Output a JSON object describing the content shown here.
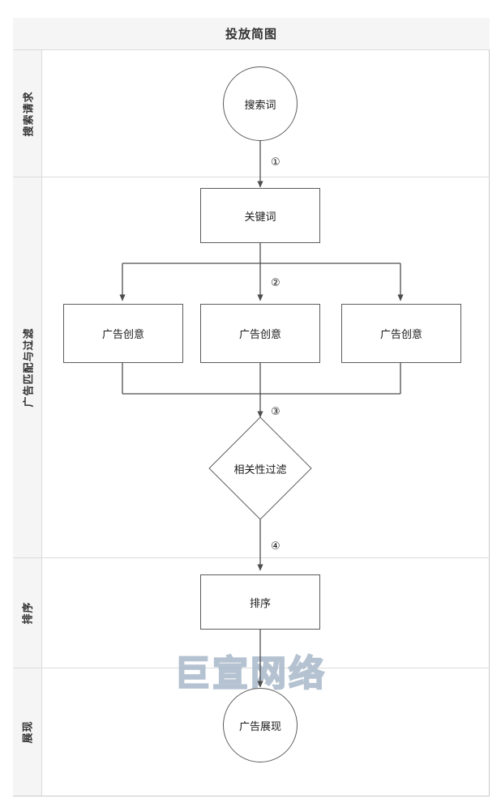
{
  "header": {
    "title": "投放简图"
  },
  "lanes": [
    {
      "id": "search-request",
      "label": "搜索请求"
    },
    {
      "id": "match-filter",
      "label": "广告匹配与过滤"
    },
    {
      "id": "ranking",
      "label": "排序"
    },
    {
      "id": "display",
      "label": "展现"
    }
  ],
  "nodes": {
    "search_term": {
      "label": "搜索词",
      "shape": "circle"
    },
    "keyword": {
      "label": "关键词",
      "shape": "rect"
    },
    "creative_left": {
      "label": "广告创意",
      "shape": "rect"
    },
    "creative_mid": {
      "label": "广告创意",
      "shape": "rect"
    },
    "creative_right": {
      "label": "广告创意",
      "shape": "rect"
    },
    "relevance": {
      "label": "相关性过滤",
      "shape": "diamond"
    },
    "ranking": {
      "label": "排序",
      "shape": "rect"
    },
    "ad_display": {
      "label": "广告展现",
      "shape": "circle"
    }
  },
  "edge_labels": {
    "e1": "①",
    "e2": "②",
    "e3": "③",
    "e4": "④"
  },
  "watermark": {
    "text": "巨宣网络"
  },
  "colors": {
    "frame_border": "#c9c9c9",
    "lane_header_bg": "#f5f5f5",
    "title_bg": "#f5f5f5",
    "node_border": "#5c5c5c",
    "connector": "#4d4d4d",
    "watermark": "#a9b8c9",
    "text": "#1a1a1a"
  },
  "chart_data": {
    "type": "flowchart",
    "title": "投放简图",
    "swimlanes": [
      "搜索请求",
      "广告匹配与过滤",
      "排序",
      "展现"
    ],
    "nodes": [
      {
        "id": "search_term",
        "label": "搜索词",
        "shape": "circle",
        "lane": "搜索请求"
      },
      {
        "id": "keyword",
        "label": "关键词",
        "shape": "rect",
        "lane": "广告匹配与过滤"
      },
      {
        "id": "creative_left",
        "label": "广告创意",
        "shape": "rect",
        "lane": "广告匹配与过滤"
      },
      {
        "id": "creative_mid",
        "label": "广告创意",
        "shape": "rect",
        "lane": "广告匹配与过滤"
      },
      {
        "id": "creative_right",
        "label": "广告创意",
        "shape": "rect",
        "lane": "广告匹配与过滤"
      },
      {
        "id": "relevance",
        "label": "相关性过滤",
        "shape": "diamond",
        "lane": "广告匹配与过滤"
      },
      {
        "id": "ranking",
        "label": "排序",
        "shape": "rect",
        "lane": "排序"
      },
      {
        "id": "ad_display",
        "label": "广告展现",
        "shape": "circle",
        "lane": "展现"
      }
    ],
    "edges": [
      {
        "from": "search_term",
        "to": "keyword",
        "label": "①"
      },
      {
        "from": "keyword",
        "to": "creative_left",
        "label": "②"
      },
      {
        "from": "keyword",
        "to": "creative_mid",
        "label": "②"
      },
      {
        "from": "keyword",
        "to": "creative_right",
        "label": "②"
      },
      {
        "from": "creative_left",
        "to": "relevance",
        "label": "③"
      },
      {
        "from": "creative_mid",
        "to": "relevance",
        "label": "③"
      },
      {
        "from": "creative_right",
        "to": "relevance",
        "label": "③"
      },
      {
        "from": "relevance",
        "to": "ranking",
        "label": "④"
      },
      {
        "from": "ranking",
        "to": "ad_display",
        "label": ""
      }
    ]
  }
}
